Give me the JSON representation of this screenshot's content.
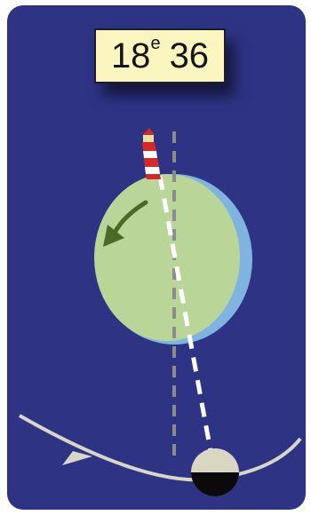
{
  "label": {
    "number": "18",
    "superscript": "e",
    "time": "36"
  },
  "colors": {
    "background": "#2e3384",
    "ocean": "#7fb3e0",
    "land": "#b9d598",
    "arrow": "#4b6a28",
    "orbit": "#d8d6c6",
    "moon_lit": "#d9d6c4",
    "moon_dark": "#0a0a0a",
    "label_bg": "#fbf6c0"
  },
  "icons": {
    "lighthouse": "lighthouse-icon",
    "rotation_arrow": "curved-arrow-icon",
    "orbit_arrow": "arrowhead-icon"
  }
}
